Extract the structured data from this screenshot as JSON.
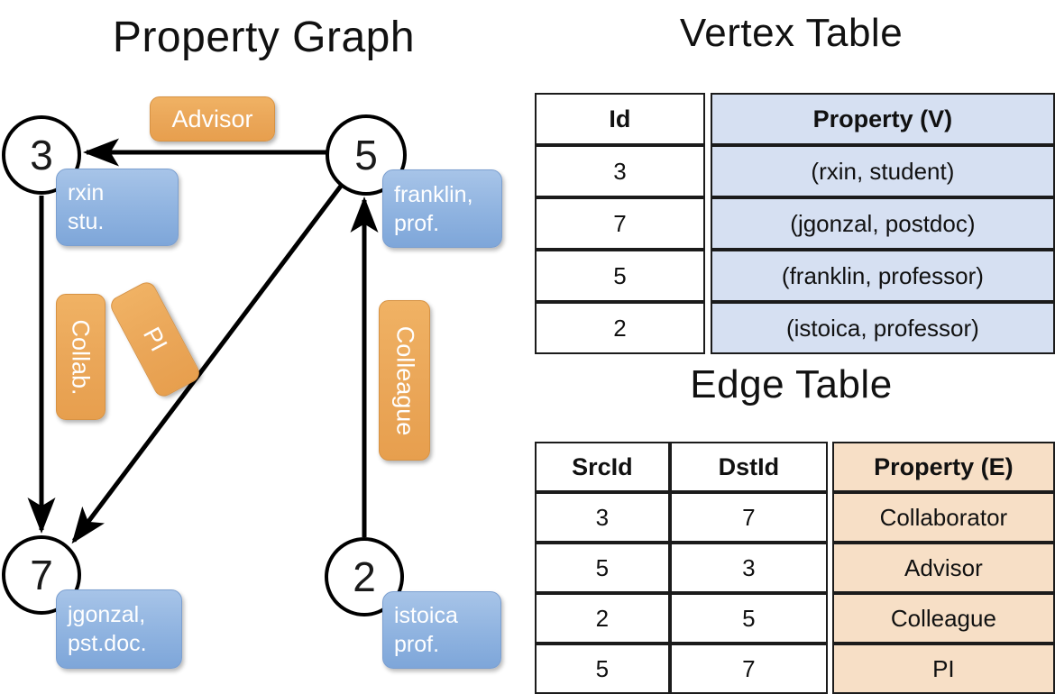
{
  "graph": {
    "title": "Property Graph",
    "vertices": [
      {
        "id": "3",
        "property_lines": [
          "rxin",
          "stu."
        ]
      },
      {
        "id": "5",
        "property_lines": [
          "franklin,",
          "prof."
        ]
      },
      {
        "id": "7",
        "property_lines": [
          "jgonzal,",
          "pst.doc."
        ]
      },
      {
        "id": "2",
        "property_lines": [
          "istoica",
          "prof."
        ]
      }
    ],
    "edge_labels": [
      {
        "label": "Advisor",
        "from": "5",
        "to": "3",
        "orientation": "horizontal"
      },
      {
        "label": "Collab.",
        "from": "3",
        "to": "7",
        "orientation": "vertical"
      },
      {
        "label": "PI",
        "from": "5",
        "to": "7",
        "orientation": "diagonal"
      },
      {
        "label": "Colleague",
        "from": "2",
        "to": "5",
        "orientation": "vertical"
      }
    ],
    "colors": {
      "vertex_property_box": "#8fb3e0",
      "edge_label_box": "#eaa658",
      "stroke": "#000000"
    }
  },
  "vertex_table": {
    "title": "Vertex Table",
    "headers": [
      "Id",
      "Property (V)"
    ],
    "rows": [
      [
        "3",
        "(rxin, student)"
      ],
      [
        "7",
        "(jgonzal, postdoc)"
      ],
      [
        "5",
        "(franklin, professor)"
      ],
      [
        "2",
        "(istoica, professor)"
      ]
    ],
    "property_column_color": "#d6e0f2"
  },
  "edge_table": {
    "title": "Edge Table",
    "headers": [
      "SrcId",
      "DstId",
      "Property (E)"
    ],
    "rows": [
      [
        "3",
        "7",
        "Collaborator"
      ],
      [
        "5",
        "3",
        "Advisor"
      ],
      [
        "2",
        "5",
        "Colleague"
      ],
      [
        "5",
        "7",
        "PI"
      ]
    ],
    "property_column_color": "#f7dfc6"
  }
}
